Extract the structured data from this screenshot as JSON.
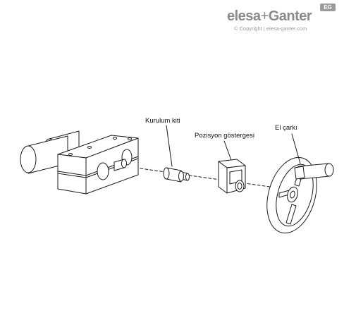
{
  "brand": {
    "name_left": "elesa",
    "plus": "+",
    "name_right": "Ganter",
    "badge": "EG",
    "copyright": "© Copyright | elesa-ganter.com"
  },
  "labels": {
    "mounting_kit": "Kurulum kiti",
    "position_indicator": "Pozisyon göstergesi",
    "handwheel": "El çarkı"
  },
  "colors": {
    "line": "#1a1a1a",
    "fill": "#ffffff",
    "brand_grey": "#8a8a8a"
  }
}
